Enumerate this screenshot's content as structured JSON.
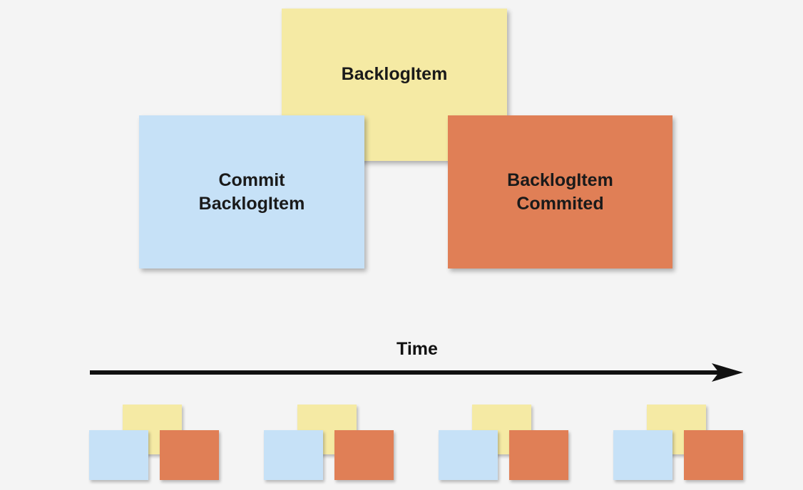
{
  "colors": {
    "yellow": "#f5eaa4",
    "blue": "#c6e1f7",
    "orange": "#e07f56",
    "arrow": "#111111",
    "background": "#f4f4f4"
  },
  "notes": {
    "backlog_item": "BacklogItem",
    "commit": "Commit\nBacklogItem",
    "committed": "BacklogItem\nCommited"
  },
  "timeline": {
    "label": "Time"
  }
}
